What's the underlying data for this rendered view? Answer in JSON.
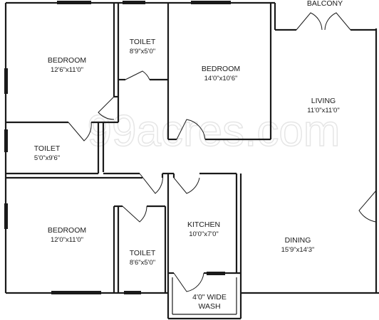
{
  "watermark": "99acres.com",
  "rooms": {
    "balcony": {
      "name": "BALCONY",
      "size": ""
    },
    "bedroom_top_left": {
      "name": "BEDROOM",
      "size": "12'6\"x11'0\""
    },
    "toilet_top": {
      "name": "TOILET",
      "size": "8'9\"x5'0\""
    },
    "bedroom_top_center": {
      "name": "BEDROOM",
      "size": "14'0\"x10'6\""
    },
    "living": {
      "name": "LIVING",
      "size": "11'0\"x11'0\""
    },
    "toilet_left": {
      "name": "TOILET",
      "size": "5'0\"x9'6\""
    },
    "bedroom_bottom_left": {
      "name": "BEDROOM",
      "size": "12'0\"x11'0\""
    },
    "kitchen": {
      "name": "KITCHEN",
      "size": "10'0\"x7'0\""
    },
    "toilet_bottom": {
      "name": "TOILET",
      "size": "8'6\"x5'0\""
    },
    "dining": {
      "name": "DINING",
      "size": "15'9\"x14'3\""
    },
    "wash": {
      "name_line1": "4'0\" WIDE",
      "name_line2": "WASH"
    }
  }
}
